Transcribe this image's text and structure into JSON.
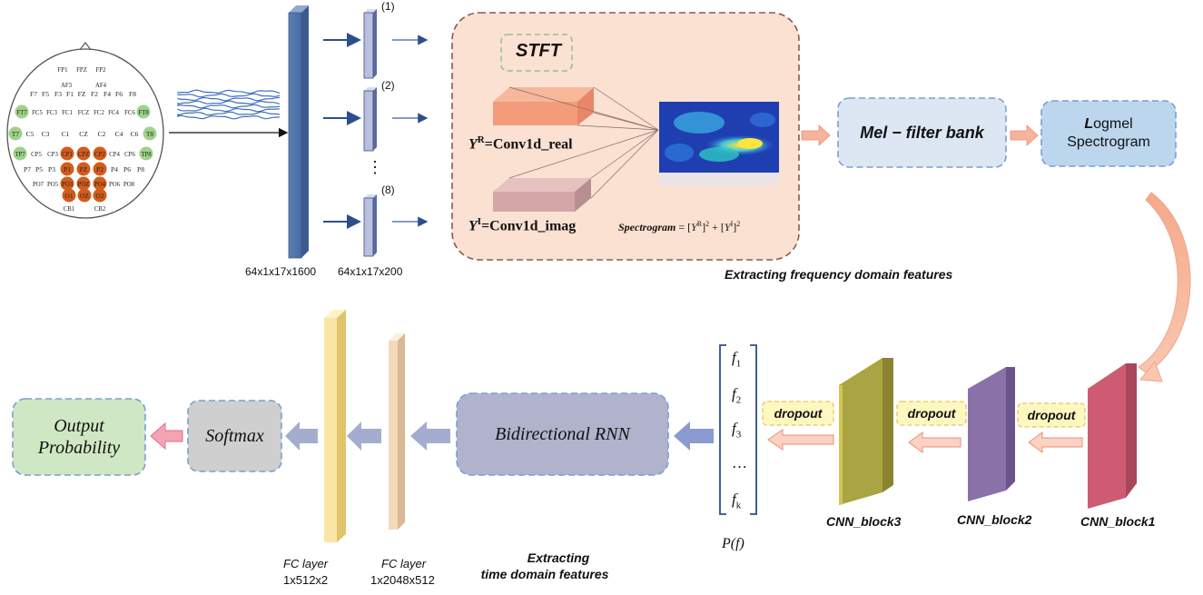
{
  "electrode_map": {
    "electrodes": [
      {
        "name": "FP1",
        "t": "w"
      },
      {
        "name": "FPZ",
        "t": "w"
      },
      {
        "name": "FP2",
        "t": "w"
      },
      {
        "name": "AF3",
        "t": "w"
      },
      {
        "name": "AF4",
        "t": "w"
      },
      {
        "name": "F7",
        "t": "w"
      },
      {
        "name": "F5",
        "t": "w"
      },
      {
        "name": "F3",
        "t": "w"
      },
      {
        "name": "F1",
        "t": "w"
      },
      {
        "name": "FZ",
        "t": "w"
      },
      {
        "name": "F2",
        "t": "w"
      },
      {
        "name": "F4",
        "t": "w"
      },
      {
        "name": "F6",
        "t": "w"
      },
      {
        "name": "F8",
        "t": "w"
      },
      {
        "name": "FT7",
        "t": "g"
      },
      {
        "name": "FC5",
        "t": "w"
      },
      {
        "name": "FC3",
        "t": "w"
      },
      {
        "name": "FC1",
        "t": "w"
      },
      {
        "name": "FCZ",
        "t": "w"
      },
      {
        "name": "FC2",
        "t": "w"
      },
      {
        "name": "FC4",
        "t": "w"
      },
      {
        "name": "FC6",
        "t": "w"
      },
      {
        "name": "FT8",
        "t": "g"
      },
      {
        "name": "T7",
        "t": "g"
      },
      {
        "name": "C5",
        "t": "w"
      },
      {
        "name": "C3",
        "t": "w"
      },
      {
        "name": "C1",
        "t": "w"
      },
      {
        "name": "CZ",
        "t": "w"
      },
      {
        "name": "C2",
        "t": "w"
      },
      {
        "name": "C4",
        "t": "w"
      },
      {
        "name": "C6",
        "t": "w"
      },
      {
        "name": "T8",
        "t": "g"
      },
      {
        "name": "TP7",
        "t": "g"
      },
      {
        "name": "CP5",
        "t": "w"
      },
      {
        "name": "CP3",
        "t": "w"
      },
      {
        "name": "CP1",
        "t": "o"
      },
      {
        "name": "CPZ",
        "t": "o"
      },
      {
        "name": "CP2",
        "t": "o"
      },
      {
        "name": "CP4",
        "t": "w"
      },
      {
        "name": "CP6",
        "t": "w"
      },
      {
        "name": "TP8",
        "t": "g"
      },
      {
        "name": "P7",
        "t": "w"
      },
      {
        "name": "P5",
        "t": "w"
      },
      {
        "name": "P3",
        "t": "w"
      },
      {
        "name": "P1",
        "t": "o"
      },
      {
        "name": "PZ",
        "t": "o"
      },
      {
        "name": "P2",
        "t": "o"
      },
      {
        "name": "P4",
        "t": "w"
      },
      {
        "name": "P6",
        "t": "w"
      },
      {
        "name": "P8",
        "t": "w"
      },
      {
        "name": "PO7",
        "t": "w"
      },
      {
        "name": "PO5",
        "t": "w"
      },
      {
        "name": "PO3",
        "t": "o"
      },
      {
        "name": "POZ",
        "t": "o"
      },
      {
        "name": "PO4",
        "t": "o"
      },
      {
        "name": "PO6",
        "t": "w"
      },
      {
        "name": "PO8",
        "t": "w"
      },
      {
        "name": "O1",
        "t": "o"
      },
      {
        "name": "OZ",
        "t": "o"
      },
      {
        "name": "O2",
        "t": "o"
      },
      {
        "name": "CB1",
        "t": "w"
      },
      {
        "name": "CB2",
        "t": "w"
      }
    ],
    "colors": {
      "green": "#9fd28a",
      "orange": "#d35c1c",
      "outline": "#555555"
    }
  },
  "top_row": {
    "input_dim_label": "64x1x17x1600",
    "split_dim_label": "64x1x17x200",
    "segment_labels": [
      "(1)",
      "(2)",
      "(8)"
    ],
    "ellipsis": "⋮"
  },
  "stft_panel": {
    "title": "STFT",
    "real_label_sup": "R",
    "real_label_rest": "=Conv1d_real",
    "imag_label_sup": "I",
    "imag_label_rest": "=Conv1d_imag",
    "y_letter": "Y",
    "formula_lhs": "Spectrogram",
    "formula_rhs": " = [Y^R]^2 + [Y^I]^2",
    "fill": "#fbe1d2",
    "border": "#8a5a4e"
  },
  "mel_box": {
    "label": "Mel − filter bank",
    "fill": "#dde6f3",
    "border": "#7a9fd0"
  },
  "logmel_box": {
    "line1_first": "L",
    "line1_rest": "ogmel",
    "line2": "Spectrogram",
    "fill": "#bcd6ee",
    "border": "#7a9fd0"
  },
  "freq_caption": "Extracting frequency domain features",
  "cnn": {
    "blocks": [
      {
        "label": "CNN_block1",
        "color": "#cd5b72"
      },
      {
        "label": "CNN_block2",
        "color": "#8a72a8"
      },
      {
        "label": "CNN_block3",
        "color": "#aaa443"
      }
    ],
    "dropout_label": "dropout",
    "dropout_fill": "#fff7c0",
    "dropout_border": "#e1c95a"
  },
  "features": {
    "items": [
      "f",
      "f",
      "f",
      "…",
      "f"
    ],
    "subscripts": [
      "1",
      "2",
      "3",
      "",
      "k"
    ],
    "caption": "P(f)"
  },
  "rnn_box": {
    "label": "Bidirectional RNN",
    "fill": "#b1b3cd",
    "border": "#7a9fd0"
  },
  "time_caption": {
    "line1": "Extracting",
    "line2": "time domain features"
  },
  "fc_layers": [
    {
      "label_line1": "FC layer",
      "label_line2": "1x512x2",
      "color": "#fbe5a5"
    },
    {
      "label_line1": "FC layer",
      "label_line2": "1x2048x512",
      "color": "#f4d9bb"
    }
  ],
  "softmax_box": {
    "label": "Softmax",
    "fill": "#cfcfcf",
    "border": "#7a9fd0"
  },
  "output_box": {
    "line1": "Output",
    "line2": "Probability",
    "fill": "#cfe8c3",
    "border": "#7a9fd0"
  }
}
